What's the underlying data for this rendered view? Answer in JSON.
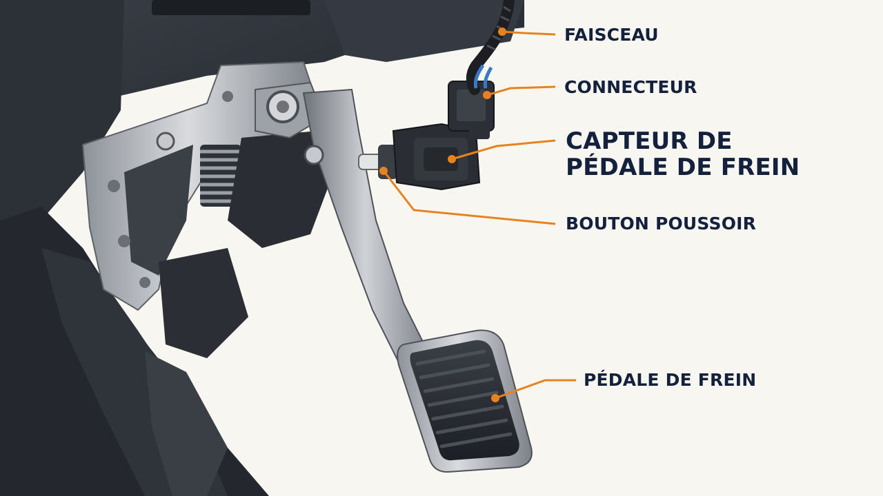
{
  "labels": {
    "harness": "FAISCEAU",
    "connector": "CONNECTEUR",
    "sensor_line1": "CAPTEUR DE",
    "sensor_line2": "PÉDALE DE FREIN",
    "push_button": "BOUTON POUSSOIR",
    "pedal": "PÉDALE DE FREIN"
  },
  "colors": {
    "leader": "#e8821e",
    "text": "#14213d",
    "background": "#f7f6f1",
    "dash_dark": "#2b2f36",
    "metal": "#b9bcc2",
    "cable_blue": "#3a78c9"
  }
}
